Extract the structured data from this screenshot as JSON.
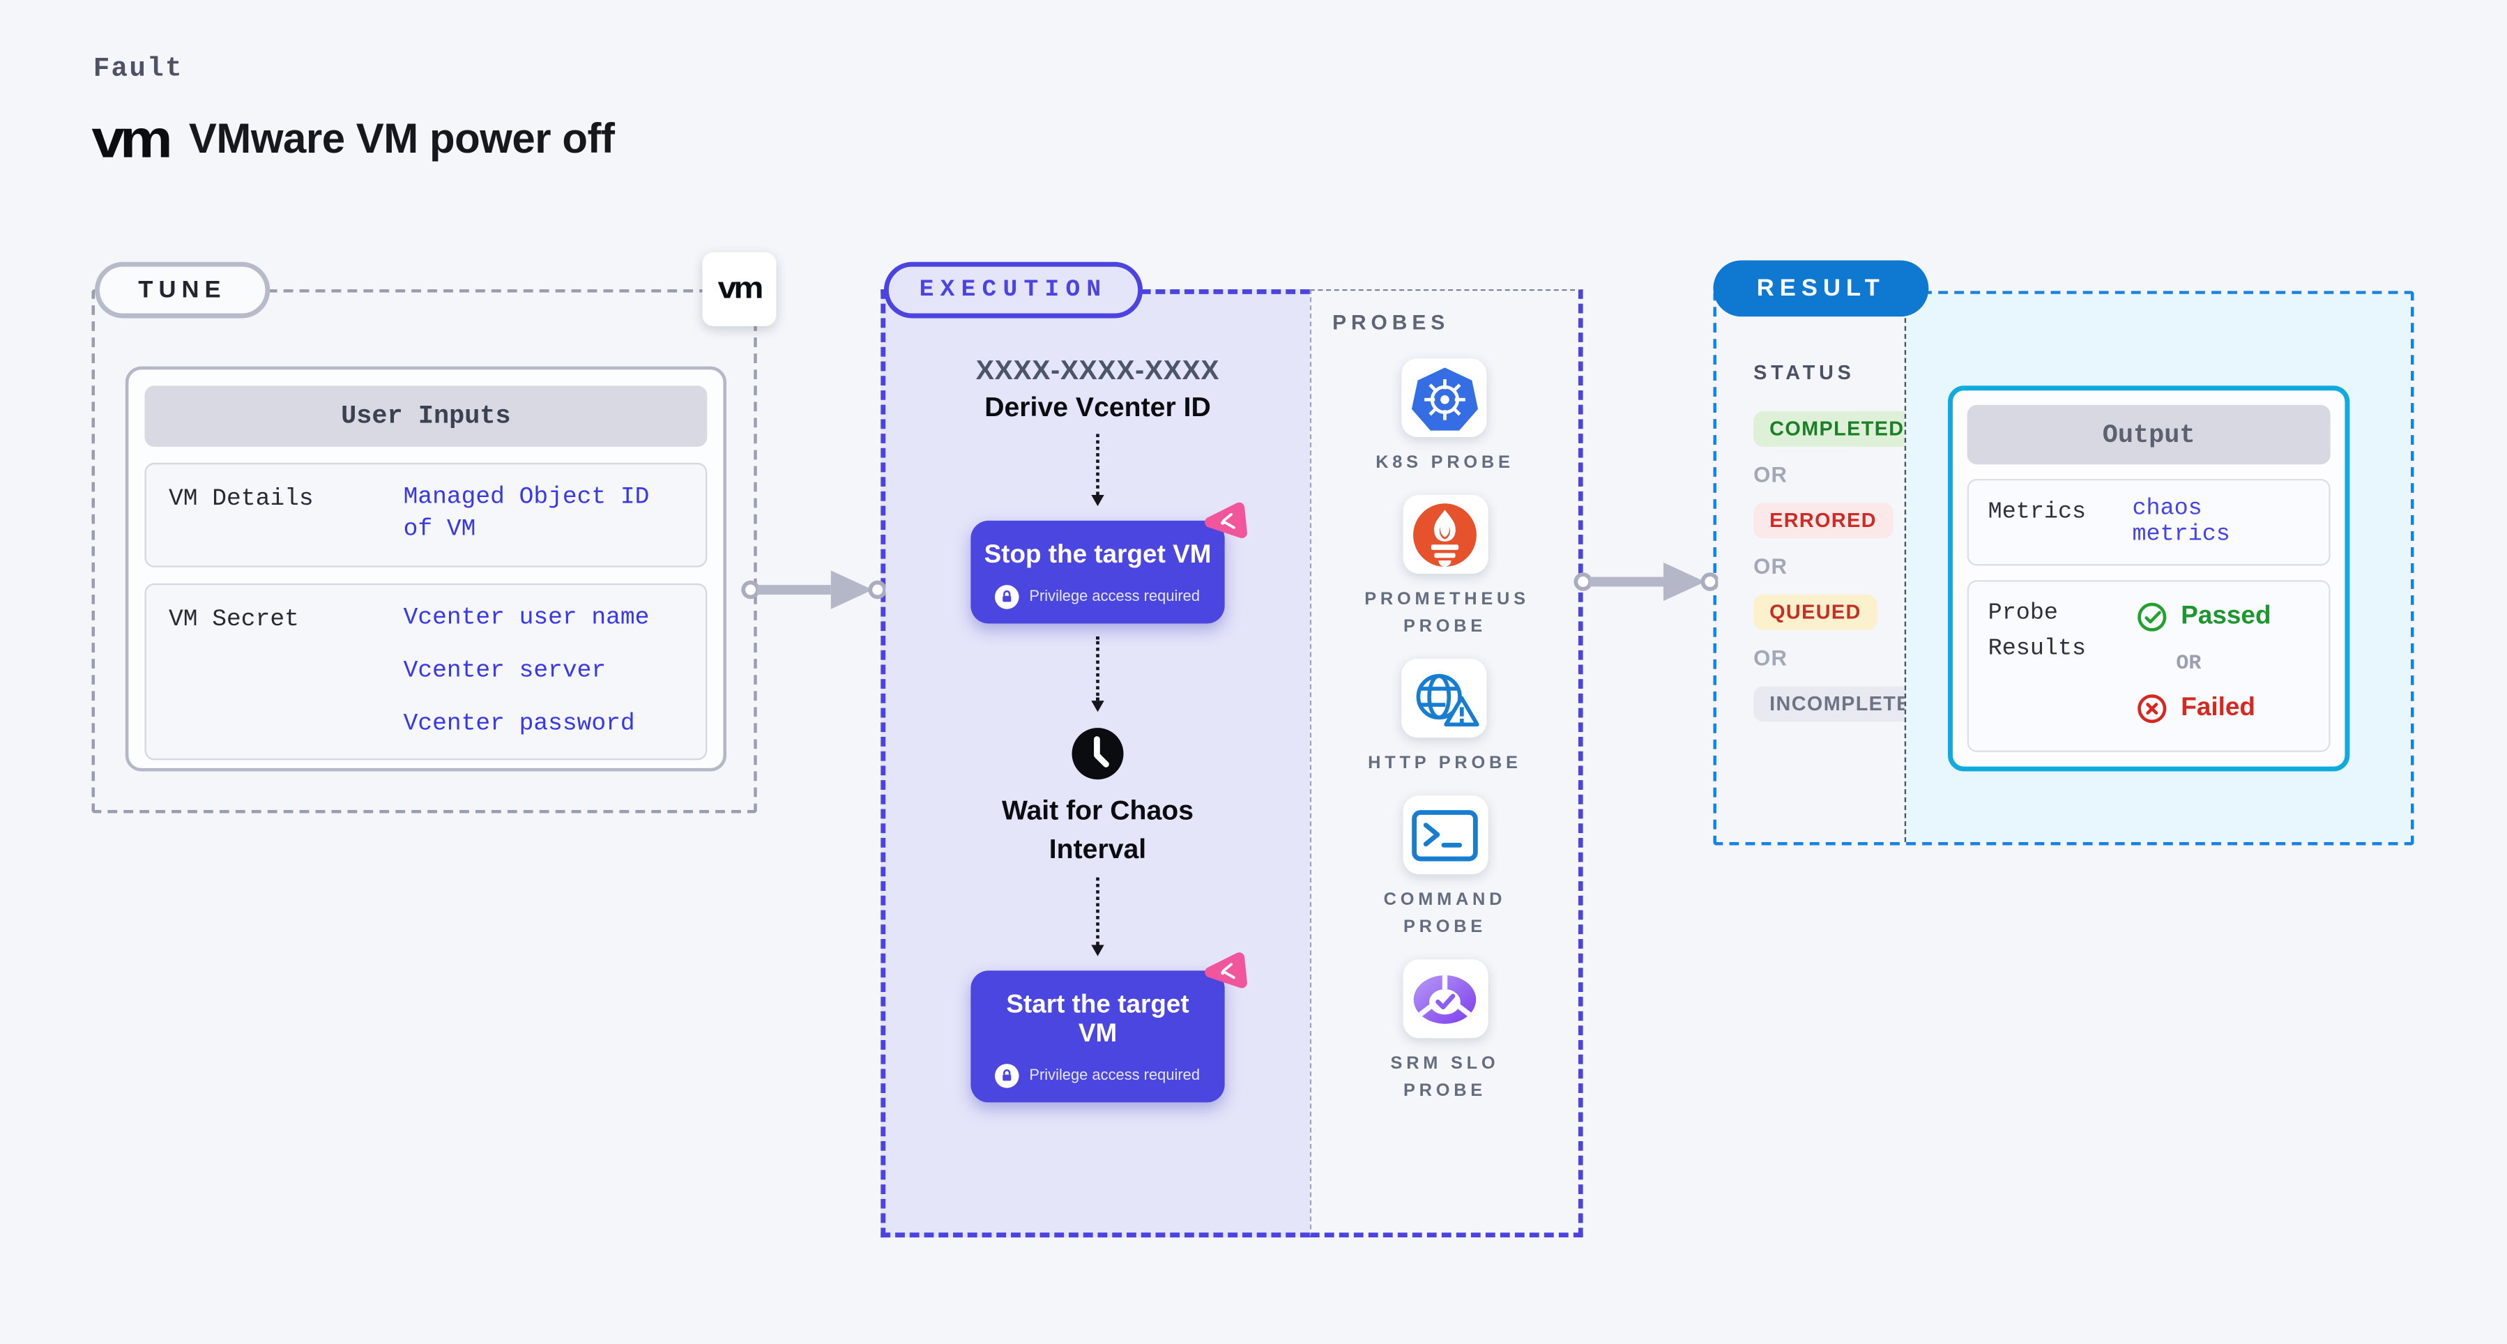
{
  "header": {
    "kicker": "Fault",
    "vmware_logo": "vm",
    "title": "VMware VM power off"
  },
  "tune": {
    "pill": "TUNE",
    "vm_logo": "vm",
    "user_inputs": {
      "header": "User Inputs",
      "rows": [
        {
          "label": "VM Details",
          "values": [
            "Managed Object ID of VM"
          ]
        },
        {
          "label": "VM Secret",
          "values": [
            "Vcenter user name",
            "Vcenter server",
            "Vcenter password"
          ]
        }
      ]
    }
  },
  "execution": {
    "pill": "EXECUTION",
    "derive_code": "XXXX-XXXX-XXXX",
    "derive_label": "Derive Vcenter ID",
    "stop_label": "Stop the target VM",
    "start_label": "Start the target VM",
    "privilege_badge": "Privilege access required",
    "wait_label": "Wait for Chaos Interval"
  },
  "probes": {
    "header": "PROBES",
    "items": [
      {
        "label": "K8S PROBE",
        "icon": "kubernetes-icon"
      },
      {
        "label": "PROMETHEUS PROBE",
        "icon": "prometheus-icon"
      },
      {
        "label": "HTTP PROBE",
        "icon": "globe-alert-icon"
      },
      {
        "label": "COMMAND PROBE",
        "icon": "terminal-icon"
      },
      {
        "label": "SRM SLO PROBE",
        "icon": "slo-donut-icon"
      }
    ]
  },
  "result": {
    "pill": "RESULT",
    "status_header": "STATUS",
    "statuses": [
      {
        "label": "COMPLETED",
        "type": "success"
      },
      {
        "label": "OR",
        "type": "or"
      },
      {
        "label": "ERRORED",
        "type": "error"
      },
      {
        "label": "OR",
        "type": "or"
      },
      {
        "label": "QUEUED",
        "type": "queued"
      },
      {
        "label": "OR",
        "type": "or"
      },
      {
        "label": "INCOMPLETED",
        "type": "muted"
      }
    ],
    "output": {
      "header": "Output",
      "metrics_label": "Metrics",
      "metrics_value": "chaos metrics",
      "probe_results_label": "Probe Results",
      "passed_label": "Passed",
      "or_label": "OR",
      "failed_label": "Failed"
    }
  },
  "colors": {
    "page_bg": "#f4f6fa",
    "accent_indigo": "#4b44e0",
    "lavender_bg": "#e4e5f9",
    "node_indigo": "#4b46df",
    "litmus_pink": "#f1569d",
    "result_blue": "#0f78d1",
    "result_dash_blue": "#1583e6",
    "output_border_cyan": "#11aade",
    "cyan_bg": "#e8f7fd",
    "kubernetes_blue": "#356de5",
    "prometheus_orange": "#e6522c",
    "http_blue": "#177dd0",
    "srm_purple": "#7c3bed",
    "success_green": "#1b8025",
    "passed_green": "#1d9630",
    "error_red": "#cf2b26",
    "failed_red": "#d6281e",
    "muted_gray": "#6d7486",
    "mono_value_blue": "#3637e9"
  }
}
